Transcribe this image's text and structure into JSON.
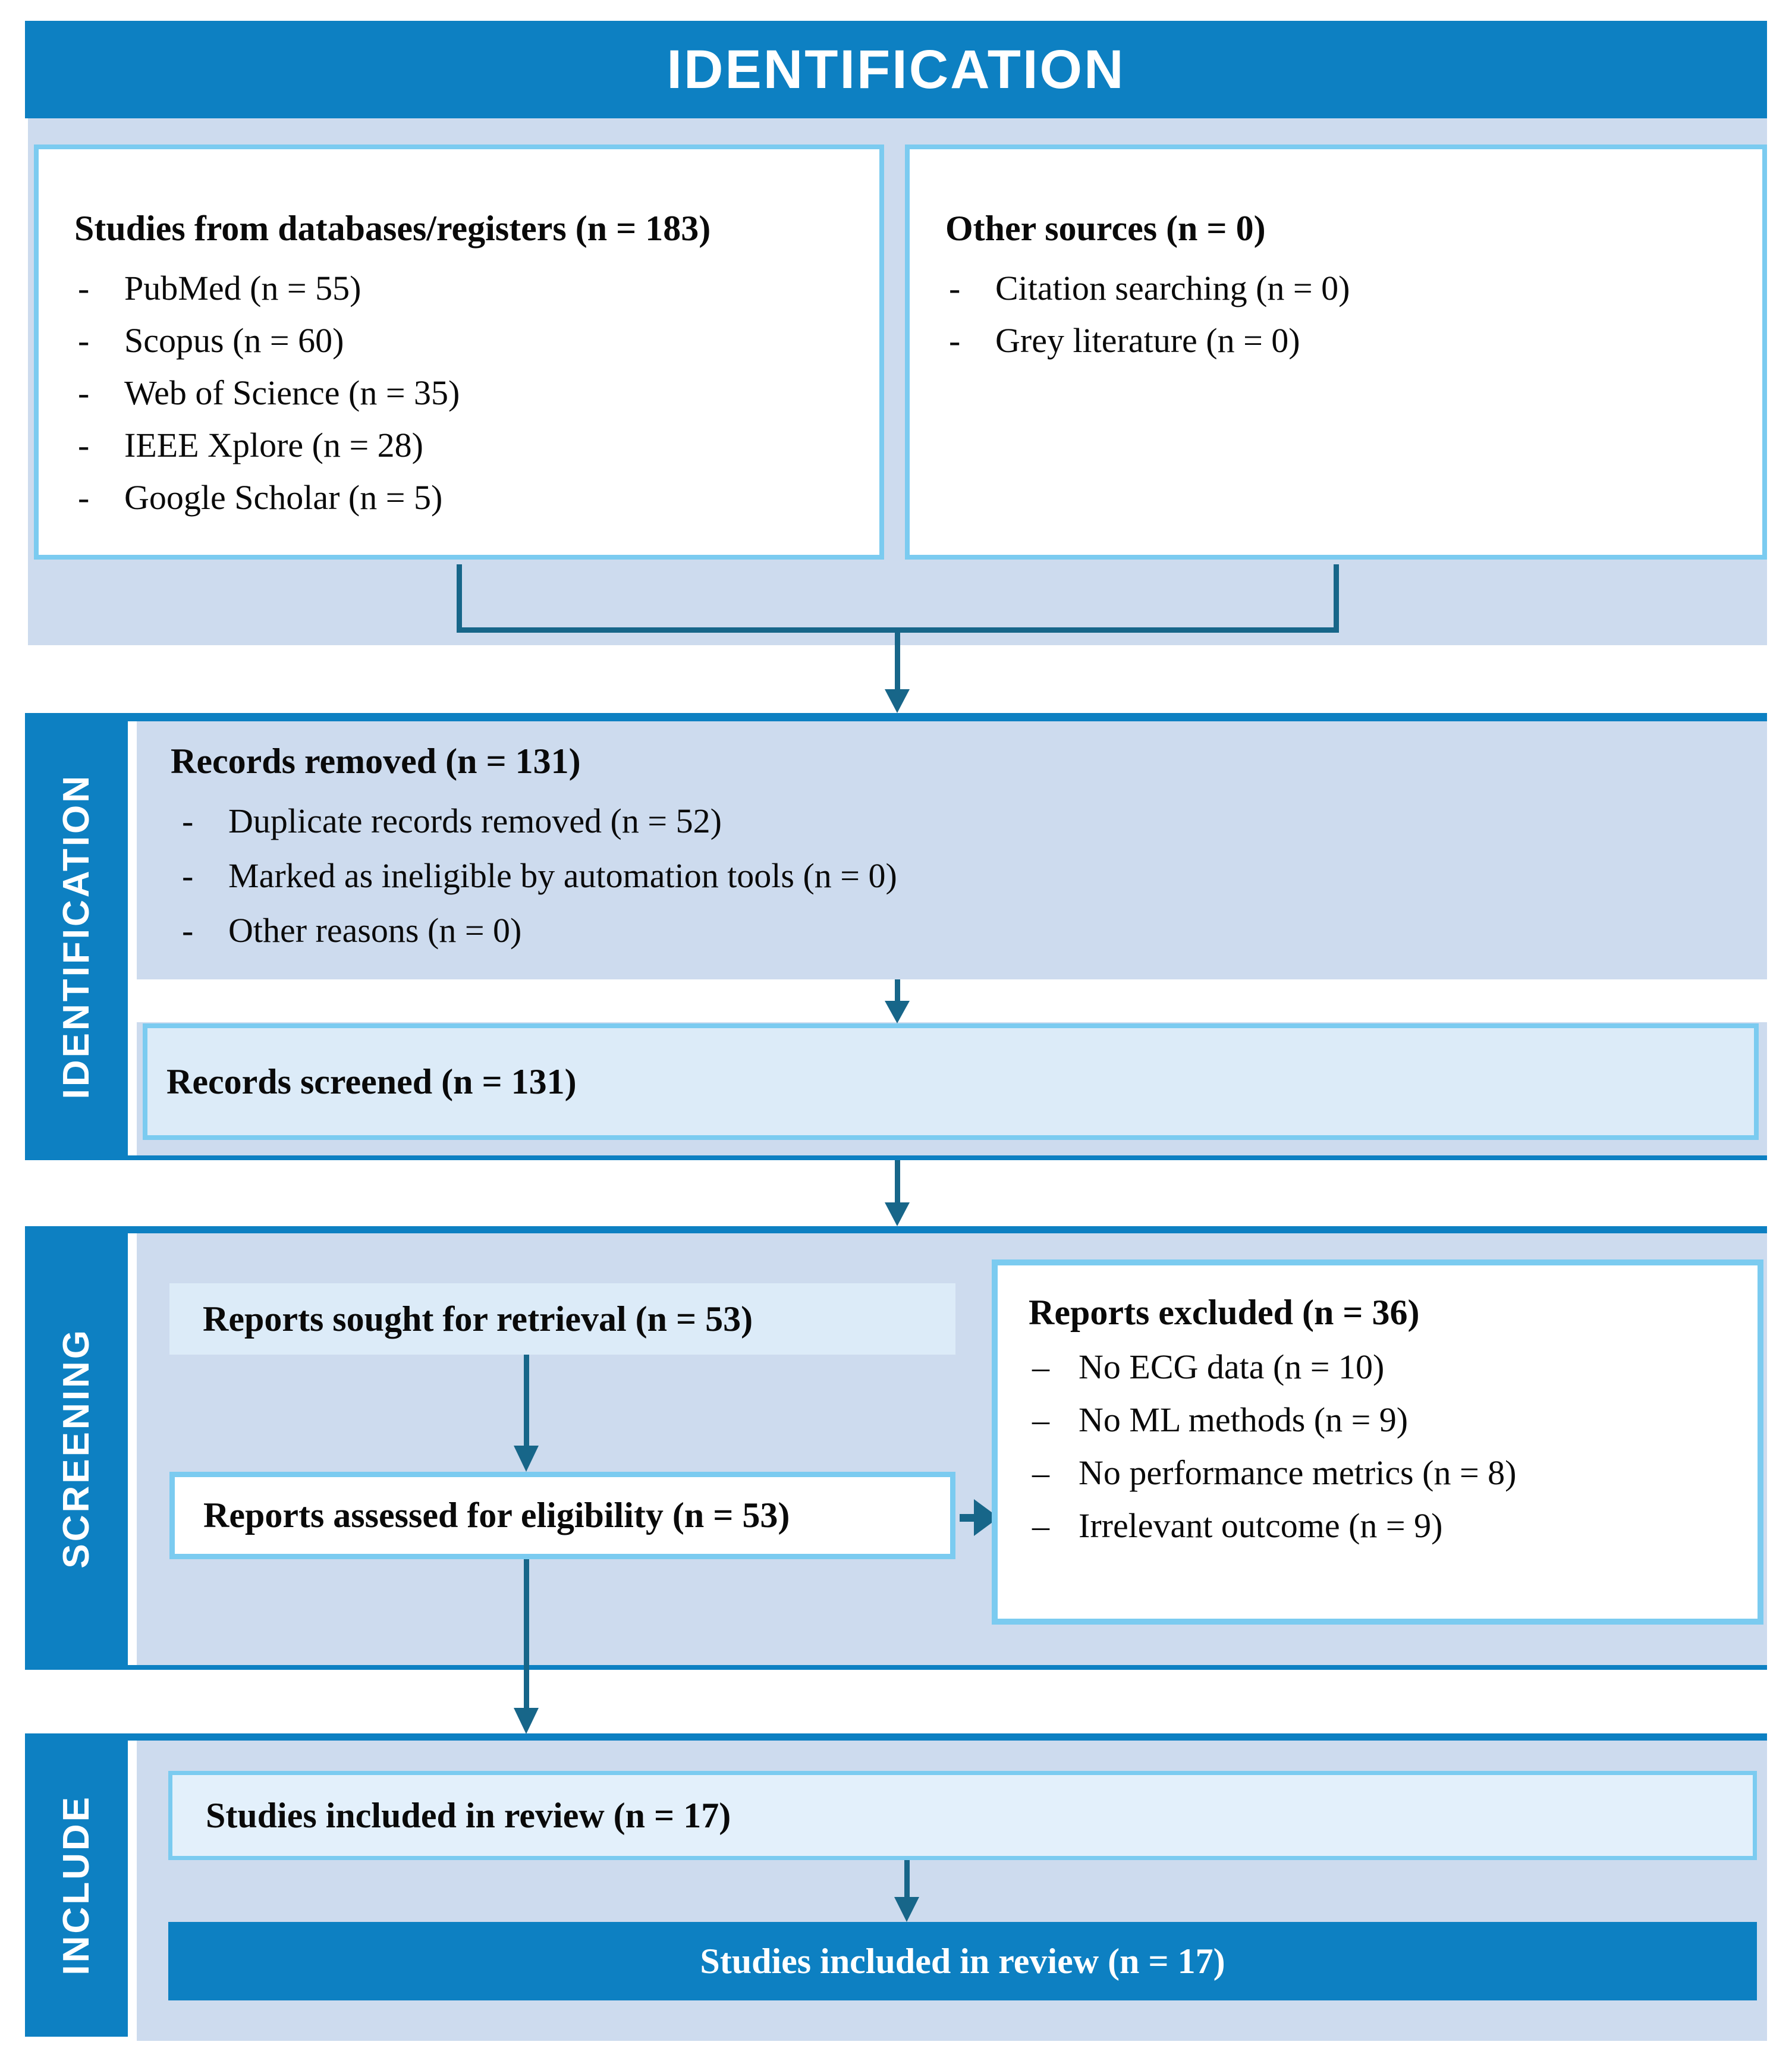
{
  "colors": {
    "main_blue": "#0d80c2",
    "panel_lavender": "#cddbee",
    "light_box_fill": "#dcebf8",
    "box_border_light_blue": "#7bcbf0",
    "arrow_teal": "#176689"
  },
  "header": {
    "label": "IDENTIFICATION"
  },
  "identification_top": {
    "databases_box": {
      "title": "Studies from databases/registers (n = 183)",
      "bullet": "-",
      "items": [
        "PubMed (n = 55)",
        "Scopus (n = 60)",
        "Web of Science (n = 35)",
        "IEEE Xplore (n = 28)",
        "Google Scholar (n = 5)"
      ]
    },
    "other_sources_box": {
      "title": "Other sources (n = 0)",
      "bullet": "-",
      "items": [
        "Citation searching (n = 0)",
        "Grey literature (n = 0)"
      ]
    }
  },
  "identification_section": {
    "sidebar_label": "IDENTIFICATION",
    "records_removed": {
      "title": "Records removed (n = 131)",
      "bullet": "-",
      "items": [
        "Duplicate records removed (n = 52)",
        "Marked as ineligible by automation tools (n = 0)",
        "Other reasons (n = 0)"
      ]
    },
    "records_screened_label": "Records screened (n = 131)"
  },
  "screening_section": {
    "sidebar_label": "SCREENING",
    "sought_label": "Reports sought for retrieval (n = 53)",
    "assessed_label": "Reports assessed for eligibility (n = 53)",
    "excluded": {
      "title": "Reports excluded (n = 36)",
      "bullet": "–",
      "items": [
        "No ECG data (n = 10)",
        "No ML methods (n = 9)",
        "No performance metrics (n = 8)",
        "Irrelevant outcome (n = 9)"
      ]
    }
  },
  "include_section": {
    "sidebar_label": "INCLUDE",
    "included_review_label": "Studies included in review (n = 17)",
    "included_review_final_label": "Studies included in review (n = 17)"
  }
}
